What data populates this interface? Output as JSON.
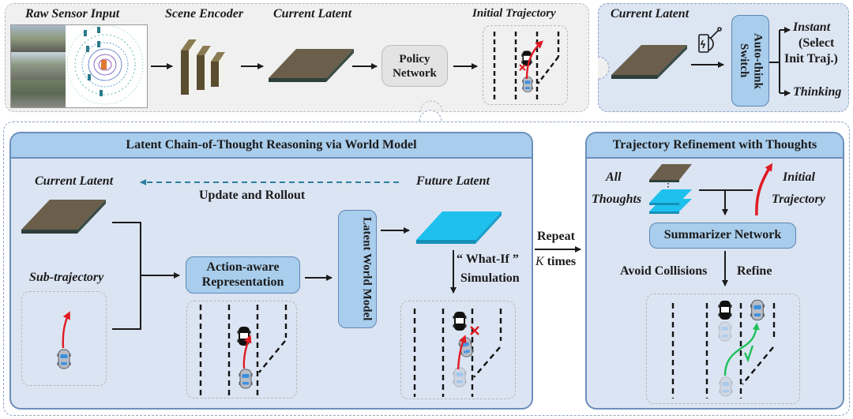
{
  "top_pipeline": {
    "raw_sensor_input": "Raw Sensor Input",
    "scene_encoder": "Scene Encoder",
    "current_latent": "Current Latent",
    "policy_network_line1": "Policy",
    "policy_network_line2": "Network",
    "initial_trajectory": "Initial Trajectory"
  },
  "switch_panel": {
    "current_latent": "Current Latent",
    "switch_label": "Auto-think Switch",
    "instant": "Instant",
    "instant_detail_line1": "(Select",
    "instant_detail_line2": "Init Traj.)",
    "thinking": "Thinking"
  },
  "reasoning_section": {
    "title": "Latent Chain-of-Thought Reasoning via World Model",
    "current_latent": "Current Latent",
    "update_and_rollout": "Update and Rollout",
    "future_latent": "Future Latent",
    "sub_trajectory": "Sub-trajectory",
    "action_aware_line1": "Action-aware",
    "action_aware_line2": "Representation",
    "latent_world_model": "Latent World Model",
    "what_if_line1": "“ What-If ”",
    "what_if_line2": "Simulation"
  },
  "repeat": {
    "line1": "Repeat",
    "k": "K",
    "times": " times"
  },
  "refinement_section": {
    "title": "Trajectory Refinement with Thoughts",
    "all_thoughts_line1": "All",
    "all_thoughts_line2": "Thoughts",
    "initial_trajectory_line1": "Initial",
    "initial_trajectory_line2": "Trajectory",
    "summarizer_network": "Summarizer Network",
    "avoid_collisions": "Avoid Collisions",
    "refine": "Refine"
  },
  "colors": {
    "latent_current": "#6b5f4c",
    "latent_future": "#1ec0ee",
    "block_blue": "#a9cdec",
    "trajectory_red": "#e01b24",
    "refined_green": "#1ec05a"
  }
}
